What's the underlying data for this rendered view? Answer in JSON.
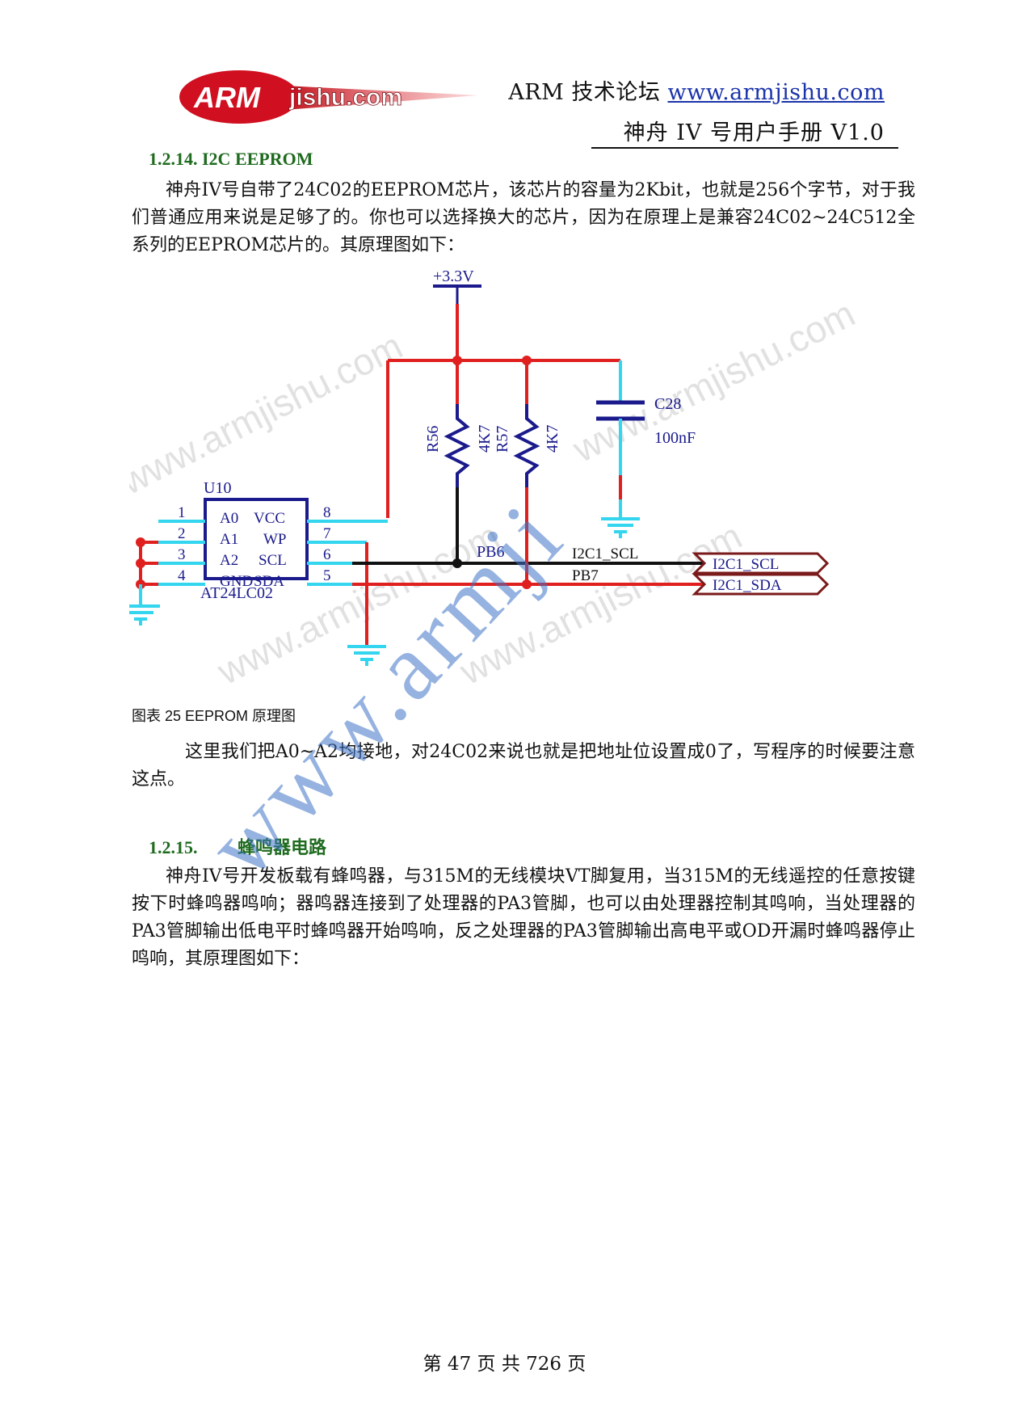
{
  "header": {
    "logo_text_main": "ARM",
    "logo_text_rest": "jishu.com",
    "forum_label": "ARM 技术论坛",
    "forum_url": "www.armjishu.com",
    "manual_title": "神舟 IV 号用户手册 V1.0"
  },
  "section_1": {
    "heading": "1.2.14. I2C EEPROM",
    "paragraph": "神舟IV号自带了24C02的EEPROM芯片，该芯片的容量为2Kbit，也就是256个字节，对于我们普通应用来说是足够了的。你也可以选择换大的芯片，因为在原理上是兼容24C02~24C512全系列的EEPROM芯片的。其原理图如下："
  },
  "schematic": {
    "power_label": "+3.3V",
    "chip_ref": "U10",
    "chip_part": "AT24LC02",
    "pins_left": [
      {
        "num": "1",
        "name": "A0"
      },
      {
        "num": "2",
        "name": "A1"
      },
      {
        "num": "3",
        "name": "A2"
      },
      {
        "num": "4",
        "name": "GND"
      }
    ],
    "pins_right": [
      {
        "num": "8",
        "name": "VCC"
      },
      {
        "num": "7",
        "name": "WP"
      },
      {
        "num": "6",
        "name": "SCL"
      },
      {
        "num": "5",
        "name": "SDA"
      }
    ],
    "r56_ref": "R56",
    "r56_val": "4K7",
    "r57_ref": "R57",
    "r57_val": "4K7",
    "cap_ref": "C28",
    "cap_val": "100nF",
    "net_pb6": "PB6",
    "net_scl": "I2C1_SCL",
    "net_pb7": "PB7",
    "port_scl": "I2C1_SCL",
    "port_sda": "I2C1_SDA",
    "watermark": "www.armjishu.com",
    "colors": {
      "wire_red": "#e01f1f",
      "wire_cyan": "#33d6ee",
      "wire_black": "#111111",
      "symbol_blue": "#1a1a8c"
    }
  },
  "figure_caption": "图表 25 EEPROM 原理图",
  "paragraph_2": "这里我们把A0~A2均接地，对24C02来说也就是把地址位设置成0了，写程序的时候要注意这点。",
  "section_2": {
    "number": "1.2.15.",
    "title": "蜂鸣器电路",
    "paragraph": "神舟IV号开发板载有蜂鸣器，与315M的无线模块VT脚复用，当315M的无线遥控的任意按键按下时蜂鸣器鸣响；器鸣器连接到了处理器的PA3管脚，也可以由处理器控制其鸣响，当处理器的PA3管脚输出低电平时蜂鸣器开始鸣响，反之处理器的PA3管脚输出高电平或OD开漏时蜂鸣器停止鸣响，其原理图如下："
  },
  "watermark_large": "www.armji",
  "footer": "第 47 页 共 726 页"
}
